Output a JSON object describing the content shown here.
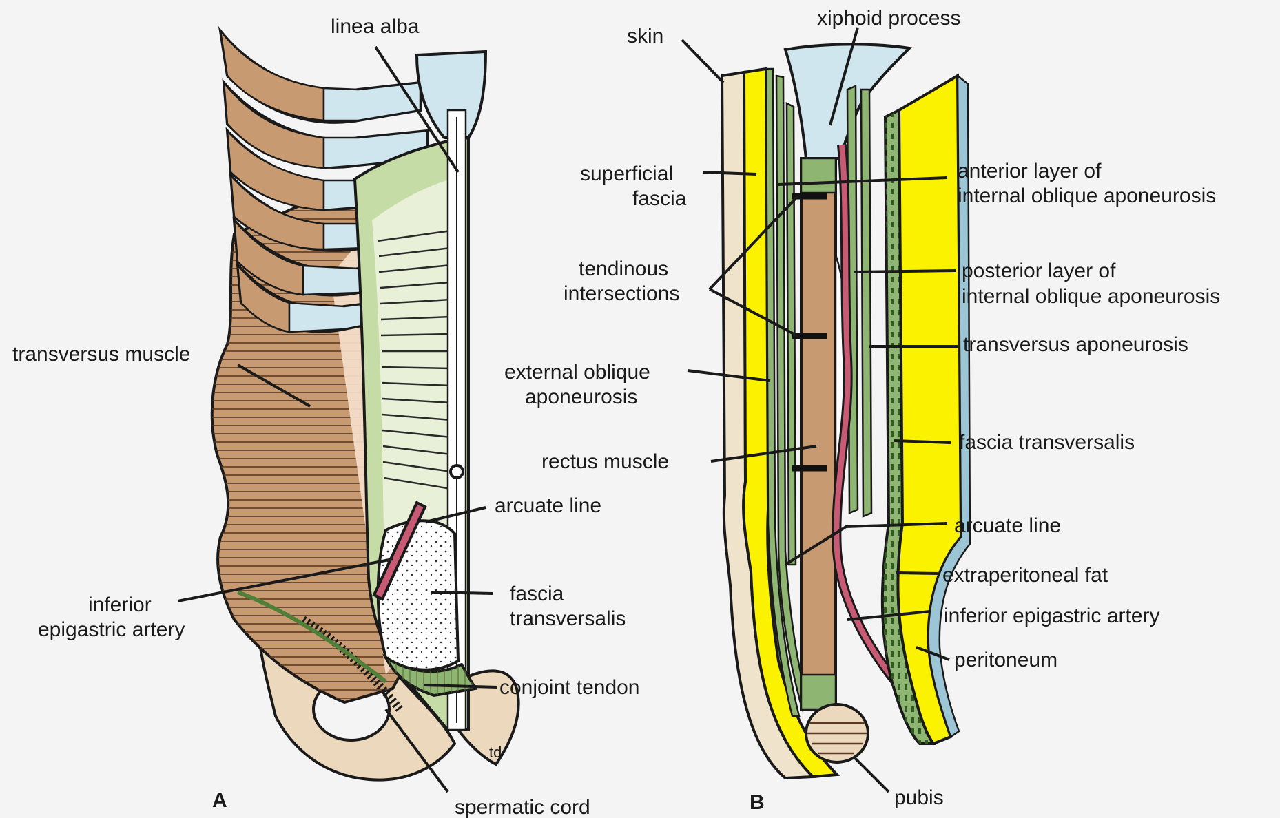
{
  "panels": {
    "a": {
      "letter": "A",
      "labels": {
        "linea_alba": "linea alba",
        "transversus_muscle": "transversus muscle",
        "arcuate_line": "arcuate line",
        "inferior_epigastric_artery_1": "inferior",
        "inferior_epigastric_artery_2": "epigastric artery",
        "fascia_transversalis_1": "fascia",
        "fascia_transversalis_2": "transversalis",
        "conjoint_tendon": "conjoint tendon",
        "spermatic_cord": "spermatic cord",
        "artist_initials": "td"
      }
    },
    "b": {
      "letter": "B",
      "labels": {
        "skin": "skin",
        "xiphoid_process": "xiphoid process",
        "superficial_fascia_1": "superficial",
        "superficial_fascia_2": "fascia",
        "anterior_layer_1": "anterior layer of",
        "anterior_layer_2": "internal oblique aponeurosis",
        "tendinous_intersections_1": "tendinous",
        "tendinous_intersections_2": "intersections",
        "posterior_layer_1": "posterior layer of",
        "posterior_layer_2": "internal oblique aponeurosis",
        "transversus_aponeurosis": "transversus aponeurosis",
        "external_oblique_1": "external oblique",
        "external_oblique_2": "aponeurosis",
        "fascia_transversalis": "fascia transversalis",
        "rectus_muscle": "rectus muscle",
        "arcuate_line": "arcuate line",
        "extraperitoneal_fat": "extraperitoneal fat",
        "inferior_epigastric_artery": "inferior epigastric artery",
        "peritoneum": "peritoneum",
        "pubis": "pubis"
      }
    }
  },
  "colors": {
    "muscle_brown": "#c79a72",
    "skin_pink": "#f3dcc8",
    "rectus_green": "#c6dca7",
    "tendon_green": "#8fb572",
    "cartilage_blue": "#cfe6ee",
    "fat_yellow": "#fbf200",
    "skin_cream": "#f0e3cc",
    "artery_pink": "#c85a74",
    "peritoneum_blue": "#9cc6d6",
    "bone_tan": "#ecd8bc"
  }
}
